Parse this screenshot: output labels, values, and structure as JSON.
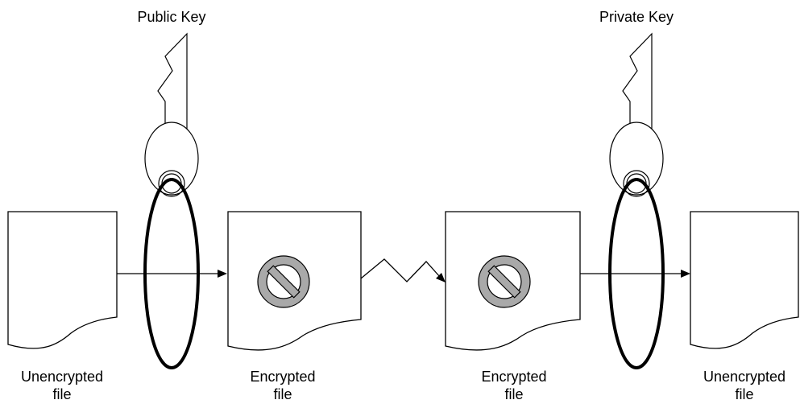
{
  "keys": {
    "public": "Public Key",
    "private": "Private Key"
  },
  "files": [
    {
      "line1": "Unencrypted",
      "line2": "file"
    },
    {
      "line1": "Encrypted",
      "line2": "file"
    },
    {
      "line1": "Encrypted",
      "line2": "file"
    },
    {
      "line1": "Unencrypted",
      "line2": "file"
    }
  ],
  "icons": {
    "key": "key-icon",
    "document": "document-icon",
    "encrypted_symbol": "no-entry-icon"
  },
  "colors": {
    "symbol_fill": "#a9a9a9",
    "line": "#000000",
    "background": "#ffffff"
  }
}
